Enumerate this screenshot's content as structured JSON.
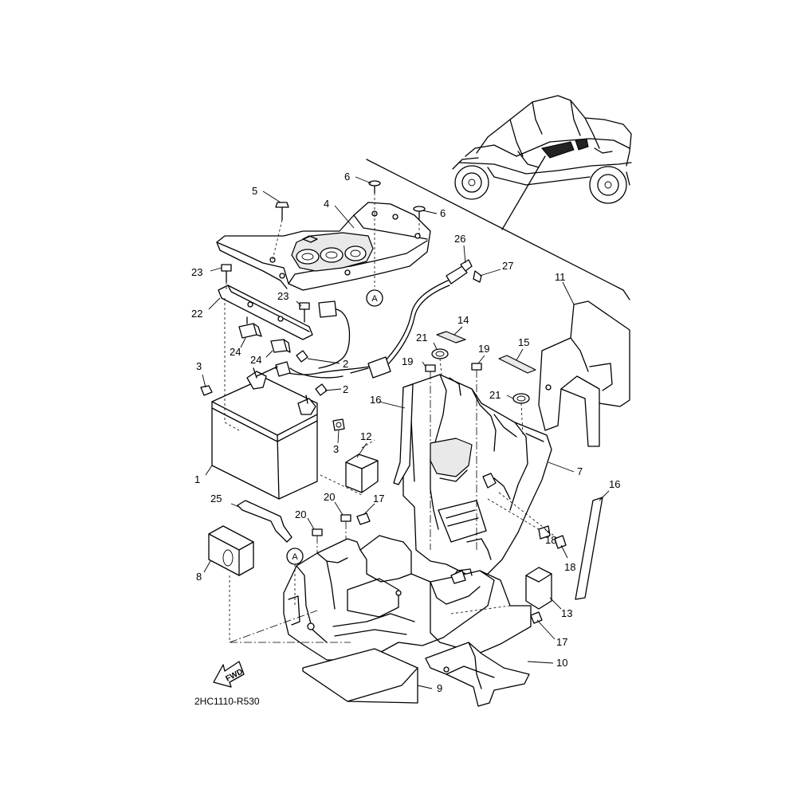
{
  "diagram": {
    "drawing_code": "2HC1110-R530",
    "forward_label": "FWD",
    "reference_mark": "A",
    "callouts": [
      "1",
      "2",
      "2",
      "3",
      "3",
      "4",
      "5",
      "6",
      "6",
      "7",
      "8",
      "9",
      "10",
      "11",
      "12",
      "13",
      "14",
      "15",
      "16",
      "16",
      "17",
      "17",
      "18",
      "18",
      "19",
      "19",
      "20",
      "20",
      "21",
      "21",
      "22",
      "23",
      "23",
      "24",
      "24",
      "25",
      "26",
      "27"
    ]
  }
}
